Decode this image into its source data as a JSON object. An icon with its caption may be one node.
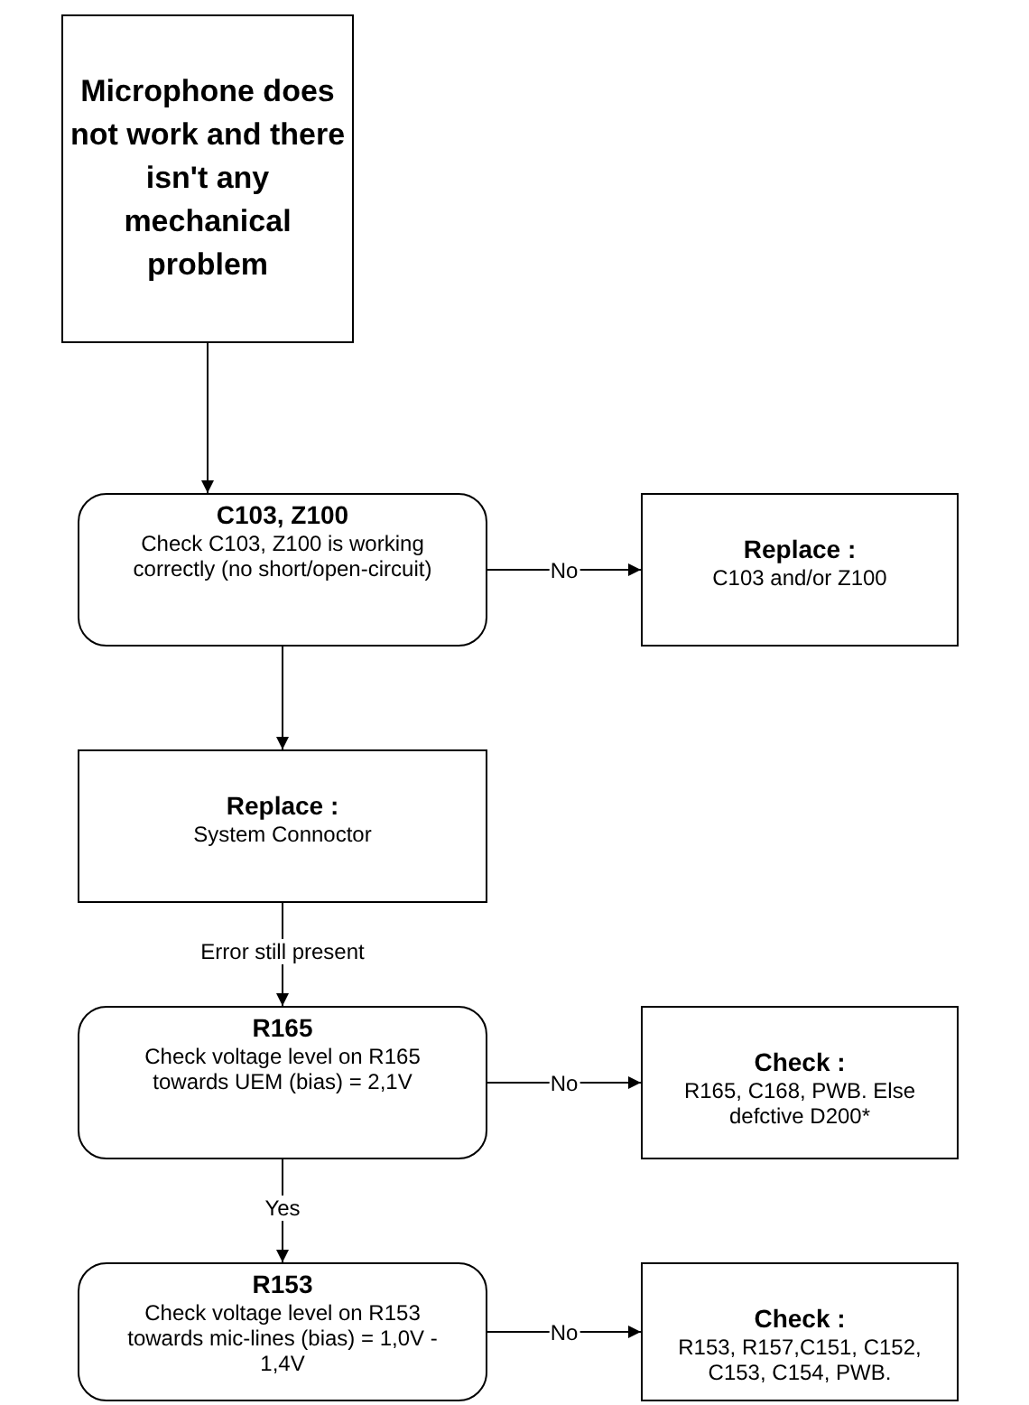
{
  "diagram": {
    "nodes": [
      {
        "text": [
          "Microphone does not work and there isn't any mechanical problem"
        ]
      },
      {
        "text": [
          "C103, Z100",
          "Check C103, Z100 is working correctly (no short/open-circuit)"
        ]
      },
      {
        "text": [
          "Replace :",
          "C103 and/or Z100"
        ]
      },
      {
        "text": [
          "Replace :",
          "System Connoctor"
        ]
      },
      {
        "text": [
          "R165",
          "Check voltage level on R165 towards UEM (bias) = 2,1V"
        ]
      },
      {
        "text": [
          "Check :",
          "R165, C168, PWB. Else defctive D200*"
        ]
      },
      {
        "text": [
          "R153",
          "Check voltage level on R153 towards mic-lines (bias) = 1,0V - 1,4V"
        ]
      },
      {
        "text": [
          "Check :",
          "R153, R157,C151, C152, C153, C154, PWB."
        ]
      }
    ],
    "edges": [
      {
        "from": 0,
        "to": 1,
        "arrow": "to"
      },
      {
        "from": 1,
        "to": 2,
        "arrow": "to",
        "label": "No"
      },
      {
        "from": 1,
        "to": 3,
        "arrow": "to"
      },
      {
        "from": 3,
        "to": 4,
        "arrow": "to",
        "label": "Error still present"
      },
      {
        "from": 4,
        "to": 5,
        "arrow": "to",
        "label": "No"
      },
      {
        "from": 4,
        "to": 6,
        "arrow": "to",
        "label": "Yes"
      },
      {
        "from": 6,
        "to": 7,
        "arrow": "to",
        "label": "No"
      }
    ]
  }
}
